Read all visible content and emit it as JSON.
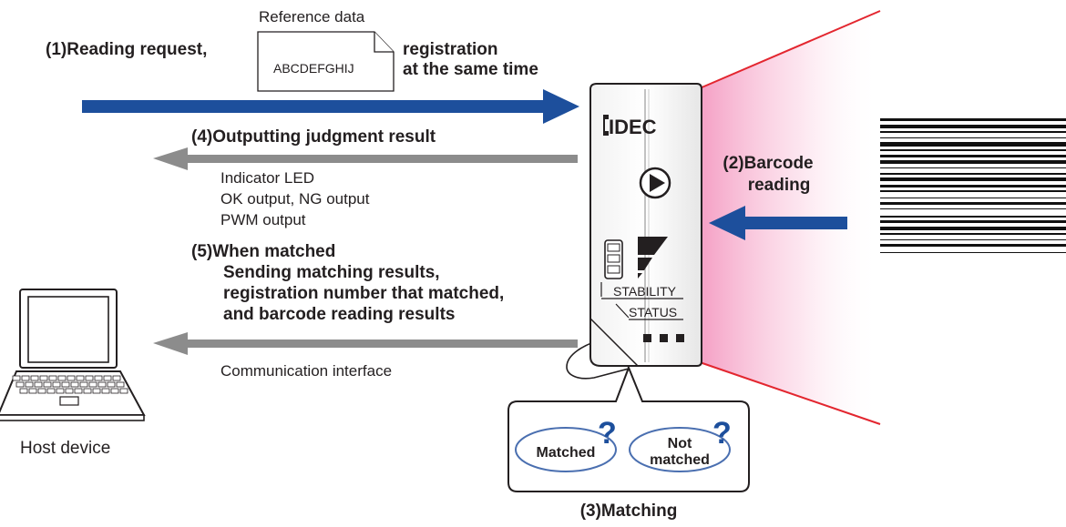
{
  "steps": {
    "reading_request": "(1)Reading request,",
    "registration_same_time": [
      "registration",
      "at the same time"
    ],
    "barcode_reading": [
      "(2)Barcode",
      "reading"
    ],
    "matching": "(3)Matching",
    "outputting_judgment": "(4)Outputting judgment result",
    "when_matched": "(5)When matched",
    "sending_results": [
      "Sending matching results,",
      "registration number that matched,",
      "and barcode reading results"
    ]
  },
  "reference_data": {
    "caption": "Reference data",
    "sample": "ABCDEFGHIJ"
  },
  "judgment_outputs": [
    "Indicator LED",
    "OK output, NG output",
    "PWM output"
  ],
  "communication_interface": "Communication interface",
  "host_device": "Host device",
  "reader": {
    "brand": "IDEC",
    "stability_label": "STABILITY",
    "status_label": "STATUS"
  },
  "match_states": {
    "matched": "Matched",
    "not_matched": [
      "Not",
      "matched"
    ]
  },
  "colors": {
    "blue_arrow": "#1d4f9c",
    "gray_arrow": "#8c8c8c",
    "laser_line": "#e3262f",
    "beam": "#f6a9c8",
    "bubble_outline": "#4a6fb0"
  }
}
